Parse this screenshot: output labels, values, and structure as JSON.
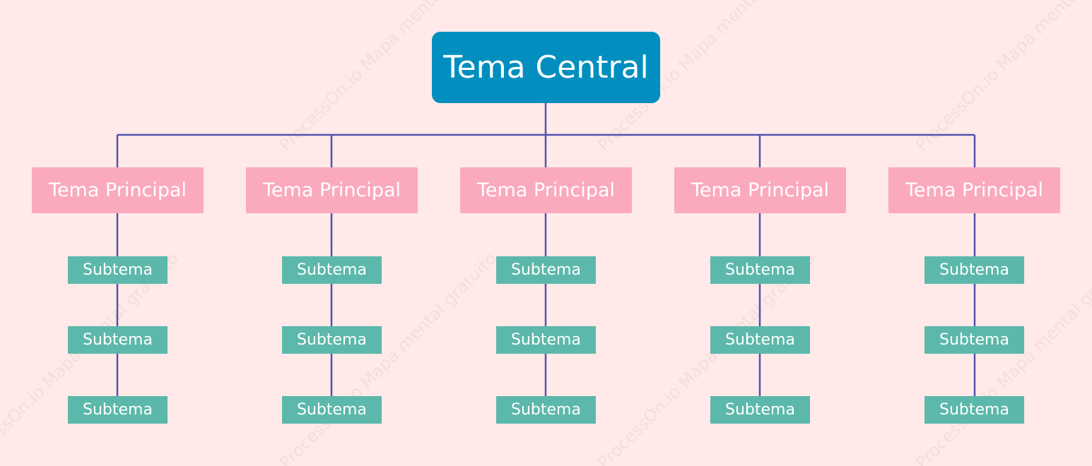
{
  "diagram": {
    "central_topic": {
      "label": "Tema Central"
    },
    "main_topics": [
      {
        "label": "Tema Principal",
        "subtopics": [
          "Subtema",
          "Subtema",
          "Subtema"
        ]
      },
      {
        "label": "Tema Principal",
        "subtopics": [
          "Subtema",
          "Subtema",
          "Subtema"
        ]
      },
      {
        "label": "Tema Principal",
        "subtopics": [
          "Subtema",
          "Subtema",
          "Subtema"
        ]
      },
      {
        "label": "Tema Principal",
        "subtopics": [
          "Subtema",
          "Subtema",
          "Subtema"
        ]
      },
      {
        "label": "Tema Principal",
        "subtopics": [
          "Subtema",
          "Subtema",
          "Subtema"
        ]
      }
    ]
  },
  "colors": {
    "background": "#ffe9e9",
    "central_topic": "#028fbf",
    "main_topic": "#fba9bd",
    "subtopic": "#5cb8aa",
    "connector": "#5352b0",
    "text": "#ffffff"
  },
  "watermark": {
    "text": "ProcessOn.io Mapa mental gratuito"
  }
}
